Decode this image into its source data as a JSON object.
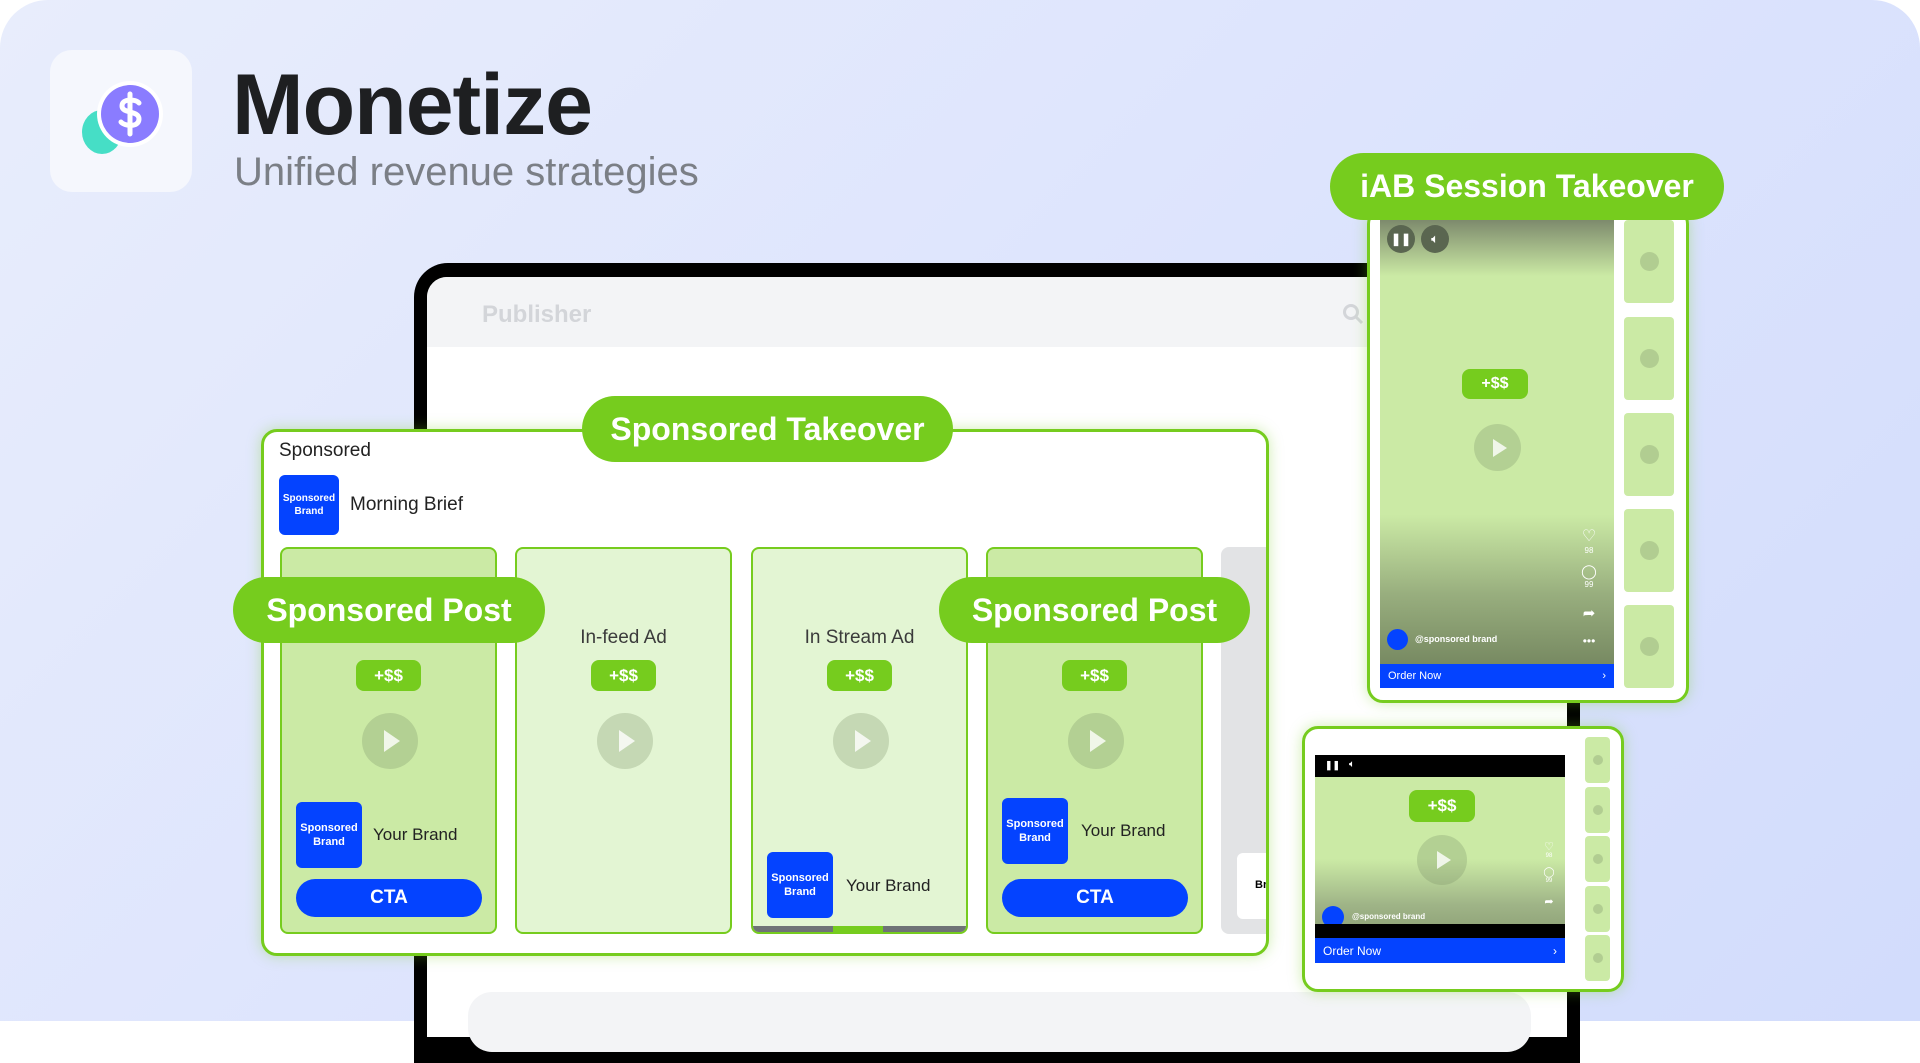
{
  "header": {
    "title": "Monetize",
    "subtitle": "Unified revenue strategies",
    "logo_icon": "dollar-coin-icon"
  },
  "publisher": {
    "title": "Publisher",
    "search_icon": "search-icon"
  },
  "colors": {
    "accent_green": "#76cc1e",
    "brand_blue": "#0443ff",
    "card_dark": "#cbeaa5",
    "card_light": "#e3f5d3"
  },
  "takeover": {
    "label": "Sponsored Takeover",
    "sponsored_label": "Sponsored",
    "brand_logo": "Sponsored Brand",
    "brand_name": "Morning Brief",
    "columns": [
      {
        "title": "",
        "badge": "+$$",
        "brand_logo": "Sponsored Brand",
        "brand_name": "Your Brand",
        "cta": "CTA"
      },
      {
        "title": "In-feed Ad",
        "badge": "+$$"
      },
      {
        "title": "In Stream Ad",
        "badge": "+$$",
        "brand_logo": "Sponsored Brand",
        "brand_name": "Your Brand"
      },
      {
        "title": "",
        "badge": "+$$",
        "brand_logo": "Sponsored Brand",
        "brand_name": "Your Brand",
        "cta": "CTA"
      }
    ],
    "partial_column_text": "Br",
    "post_label_left": "Sponsored Post",
    "post_label_right": "Sponsored Post"
  },
  "iab": {
    "label": "iAB Session Takeover",
    "badge": "+$$",
    "likes": "98",
    "comments": "99",
    "handle": "@sponsored brand",
    "order": "Order Now"
  },
  "small_player": {
    "badge": "+$$",
    "likes": "98",
    "comments": "99",
    "handle": "@sponsored brand",
    "order": "Order Now"
  }
}
